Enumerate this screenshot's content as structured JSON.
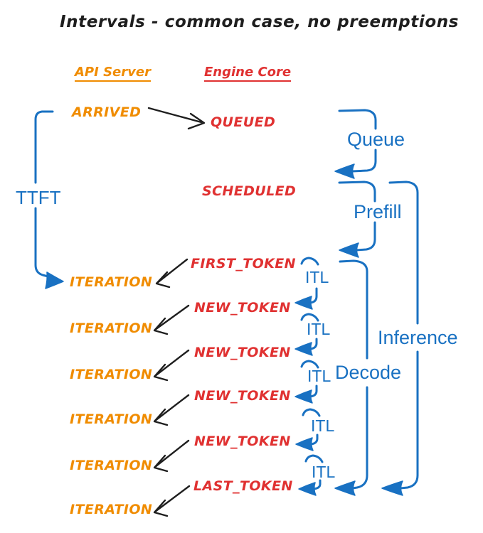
{
  "title": "Intervals - common case, no preemptions",
  "colors": {
    "blue": "#1971c2",
    "orange": "#f08c00",
    "red": "#e03131",
    "ink": "#1e1e1e"
  },
  "columns": {
    "api_server": "API Server",
    "engine_core": "Engine Core"
  },
  "events": {
    "api": {
      "arrived": "ARRIVED",
      "iterations": [
        "ITERATION",
        "ITERATION",
        "ITERATION",
        "ITERATION",
        "ITERATION",
        "ITERATION"
      ]
    },
    "engine": {
      "queued": "QUEUED",
      "scheduled": "SCHEDULED",
      "first_token": "FIRST_TOKEN",
      "new_tokens": [
        "NEW_TOKEN",
        "NEW_TOKEN",
        "NEW_TOKEN",
        "NEW_TOKEN"
      ],
      "last_token": "LAST_TOKEN"
    }
  },
  "intervals": {
    "ttft": "TTFT",
    "queue": "Queue",
    "prefill": "Prefill",
    "decode": "Decode",
    "inference": "Inference",
    "itl": [
      "ITL",
      "ITL",
      "ITL",
      "ITL",
      "ITL"
    ]
  }
}
